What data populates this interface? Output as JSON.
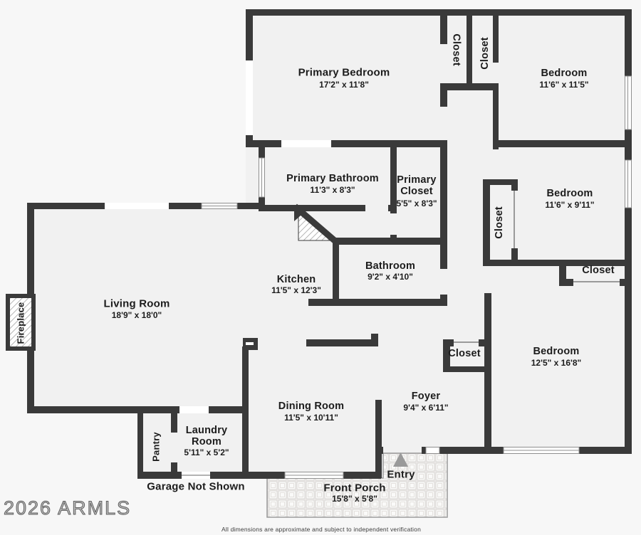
{
  "rooms": {
    "primary_bedroom": {
      "label": "Primary Bedroom",
      "dims": "17'2\" x 11'8\""
    },
    "bedroom_top_right": {
      "label": "Bedroom",
      "dims": "11'6\" x 11'5\""
    },
    "primary_bathroom": {
      "label": "Primary Bathroom",
      "dims": "11'3\" x 8'3\""
    },
    "primary_closet": {
      "label_line1": "Primary",
      "label_line2": "Closet",
      "dims": "5'5\" x 8'3\""
    },
    "bedroom_mid_right": {
      "label": "Bedroom",
      "dims": "11'6\" x 9'11\""
    },
    "bathroom": {
      "label": "Bathroom",
      "dims": "9'2\" x 4'10\""
    },
    "kitchen": {
      "label": "Kitchen",
      "dims": "11'5\" x 12'3\""
    },
    "living_room": {
      "label": "Living Room",
      "dims": "18'9\" x 18'0\""
    },
    "bedroom_bottom_right": {
      "label": "Bedroom",
      "dims": "12'5\" x 16'8\""
    },
    "foyer": {
      "label": "Foyer",
      "dims": "9'4\" x 6'11\""
    },
    "dining_room": {
      "label": "Dining Room",
      "dims": "11'5\" x 10'11\""
    },
    "laundry_room": {
      "label_line1": "Laundry",
      "label_line2": "Room",
      "dims": "5'11\" x 5'2\""
    },
    "front_porch": {
      "label": "Front Porch",
      "dims": "15'8\" x 5'8\""
    }
  },
  "labels": {
    "closet": "Closet",
    "pantry": "Pantry",
    "fireplace": "Fireplace",
    "entry": "Entry",
    "garage_note": "Garage Not Shown"
  },
  "watermark": "2026 ARMLS",
  "disclaimer": "All dimensions are approximate and subject to independent verification",
  "colors": {
    "wall": "#3a3a3a",
    "floor": "#f1f1f1",
    "background": "#f7f7f7",
    "window_line": "#8f8f8f",
    "entry_arrow": "#9a9a9a"
  }
}
